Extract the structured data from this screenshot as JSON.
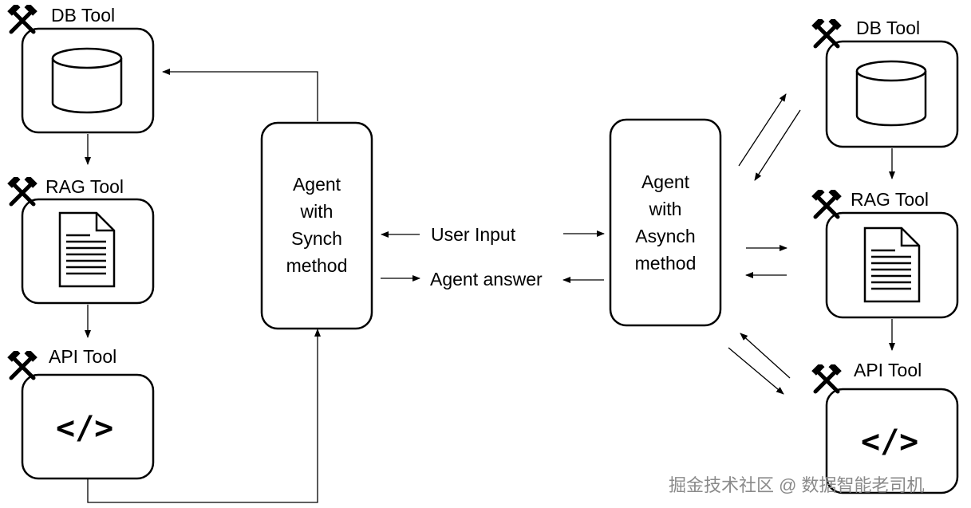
{
  "left_tools": {
    "db_label": "DB Tool",
    "rag_label": "RAG Tool",
    "api_label": "API Tool",
    "api_glyph": "</>"
  },
  "right_tools": {
    "db_label": "DB Tool",
    "rag_label": "RAG Tool",
    "api_label": "API Tool",
    "api_glyph": "</>"
  },
  "sync_agent": {
    "lines": [
      "Agent",
      "with",
      "Synch",
      "method"
    ]
  },
  "async_agent": {
    "lines": [
      "Agent",
      "with",
      "Asynch",
      "method"
    ]
  },
  "center": {
    "user_input": "User Input",
    "agent_answer": "Agent answer"
  },
  "watermark": "掘金技术社区 @ 数据智能老司机",
  "icons": {
    "tool": "crossed-hammers-icon",
    "db": "database-cylinder-icon",
    "rag": "document-icon",
    "api": "code-brackets-icon"
  },
  "colors": {
    "stroke": "#000000",
    "background": "#ffffff",
    "watermark": "#8a8a8a"
  }
}
